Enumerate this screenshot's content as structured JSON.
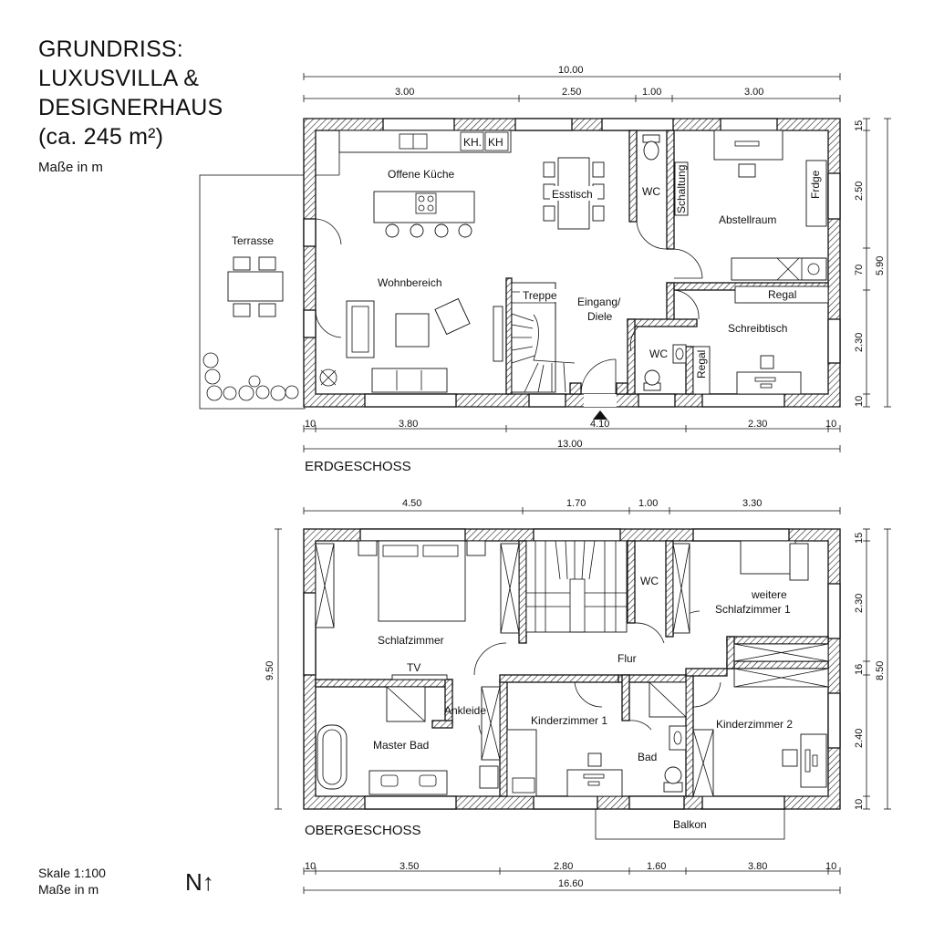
{
  "title_lines": [
    "GRUNDRISS:",
    "LUXUSVILLA &",
    "DESIGNERHAUS",
    "(ca. 245 m²)"
  ],
  "subtitle": "Maße in m",
  "floors": {
    "ground": {
      "label": "ERDGESCHOSS",
      "rooms": {
        "kitchen": "Offene Küche",
        "kh1": "KH.",
        "kh2": "KH",
        "dining": "Esstisch",
        "wc": "WC",
        "shaft": "Schaltung",
        "fridge": "Frdge",
        "storage": "Abstellraum",
        "shelf": "Regal",
        "terrace": "Terrasse",
        "living": "Wohnbereich",
        "stairs": "Treppe",
        "entry1": "Eingang/",
        "entry2": "Diele",
        "wc2": "WC",
        "desk": "Schreibtisch",
        "shelf2": "Regal"
      },
      "dims_top_total": "10.00",
      "dims_top": [
        "3.00",
        "2.50",
        "1.00",
        "3.00"
      ],
      "dims_bottom": [
        "10",
        "3.80",
        "4.10",
        "2.30",
        "10"
      ],
      "dims_bottom_total": "13.00",
      "dims_right": [
        "15",
        "2.50",
        "70",
        "2.30",
        "10"
      ],
      "dims_right_total": "5.90"
    },
    "upper": {
      "label": "OBERGESCHOSS",
      "rooms": {
        "bedroom": "Schlafzimmer",
        "tv": "TV",
        "wc": "WC",
        "bedroom1a": "weitere",
        "bedroom1b": "Schlafzimmer 1",
        "hall": "Flur",
        "closet": "Ankleide",
        "masterbath": "Master Bad",
        "kids1": "Kinderzimmer 1",
        "bath": "Bad",
        "kids2": "Kinderzimmer 2",
        "balcony": "Balkon"
      },
      "dims_top": [
        "4.50",
        "1.70",
        "1.00",
        "3.30"
      ],
      "dims_left": "9.50",
      "dims_bottom": [
        "10",
        "3.50",
        "2.80",
        "1.60",
        "3.80",
        "10"
      ],
      "dims_bottom_total": "16.60",
      "dims_right": [
        "15",
        "2.30",
        "16",
        "2.40",
        "10"
      ],
      "dims_right_total": "8.50"
    }
  },
  "footer": {
    "scale": "Skale 1:100",
    "units": "Maße in m",
    "north": "N↑"
  }
}
